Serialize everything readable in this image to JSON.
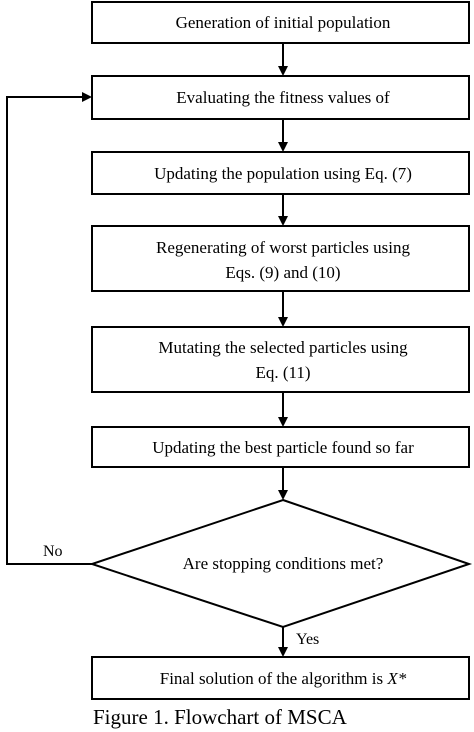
{
  "flowchart": {
    "steps": {
      "init": "Generation of initial population",
      "evaluate": "Evaluating the fitness values of",
      "update_population": "Updating the population using Eq. (7)",
      "regenerate_line1": "Regenerating of worst particles using",
      "regenerate_line2": "Eqs. (9) and (10)",
      "mutate_line1": "Mutating the selected particles using",
      "mutate_line2": "Eq. (11)",
      "update_best": "Updating the best particle found so far",
      "decision": "Are stopping conditions met?",
      "final_prefix": "Final solution of the algorithm is ",
      "final_var": "X*"
    },
    "edge_labels": {
      "no": "No",
      "yes": "Yes"
    }
  },
  "caption": "Figure 1. Flowchart of MSCA"
}
